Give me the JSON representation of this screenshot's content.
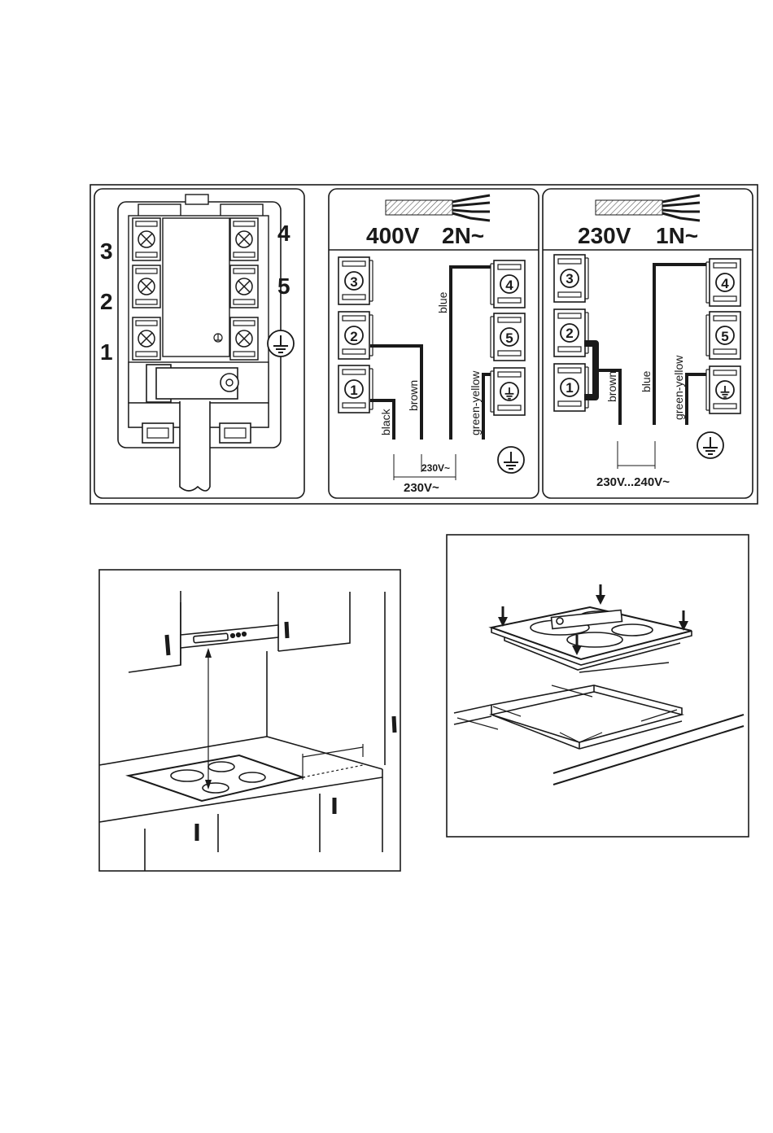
{
  "terminal_block": {
    "left_numbers": [
      "3",
      "2",
      "1"
    ],
    "right_numbers": [
      "4",
      "5"
    ]
  },
  "panel_400v": {
    "voltage": "400V",
    "phase": "2N~",
    "terminals": [
      "3",
      "2",
      "1",
      "4",
      "5"
    ],
    "wires": {
      "black": "black",
      "brown": "brown",
      "blue": "blue",
      "green_yellow": "green-yellow"
    },
    "dim_small": "230V~",
    "dim_large": "230V~"
  },
  "panel_230v": {
    "voltage": "230V",
    "phase": "1N~",
    "terminals": [
      "3",
      "2",
      "1",
      "4",
      "5"
    ],
    "wires": {
      "brown": "brown",
      "blue": "blue",
      "green_yellow": "green-yellow"
    },
    "dim": "230V...240V~"
  }
}
